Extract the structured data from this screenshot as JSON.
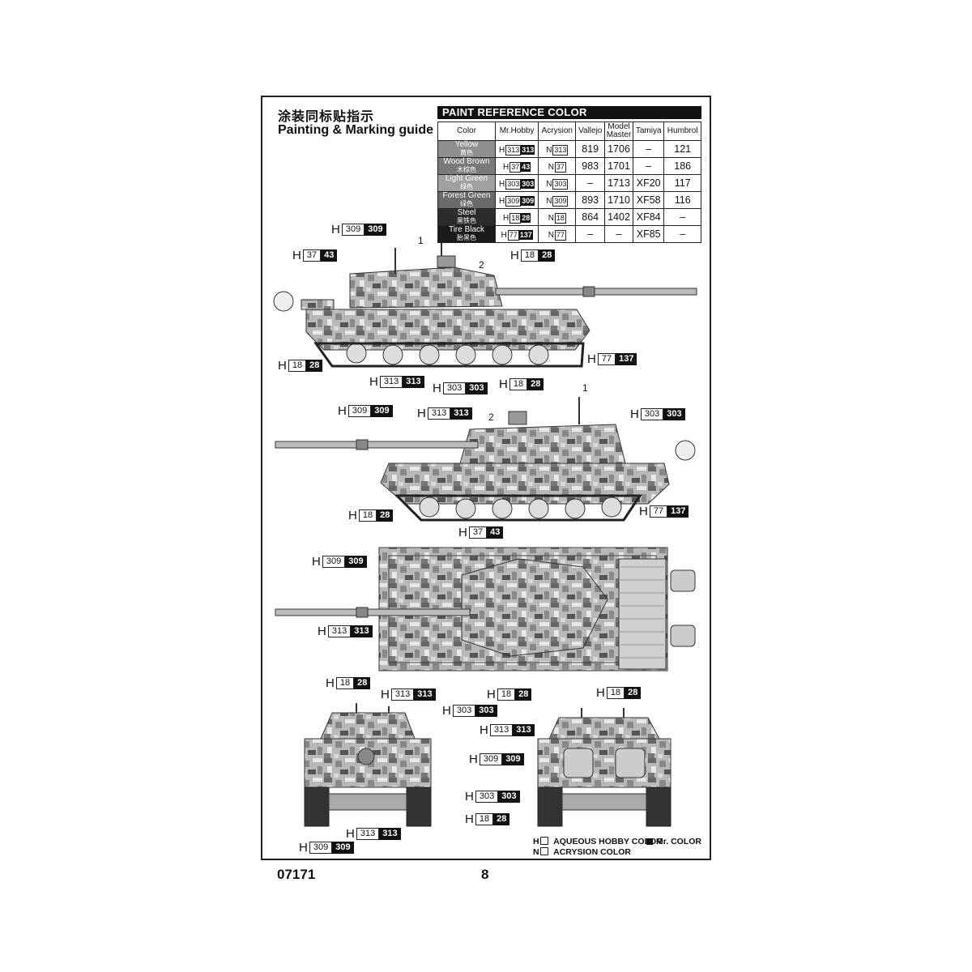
{
  "title_cn": "涂装同标贴指示",
  "title_en": "Painting & Marking guide",
  "table_title": "PAINT  REFERENCE COLOR",
  "headers": {
    "color": "Color",
    "mrhobby": "Mr.Hobby",
    "acrysion": "Acrysion",
    "vallejo": "Vallejo",
    "model_master": "Model Master",
    "tamiya": "Tamiya",
    "humbrol": "Humbrol"
  },
  "paints": [
    {
      "en": "Yellow",
      "cn": "黄色",
      "h_w": "313",
      "h_k": "313",
      "n": "313",
      "vallejo": "819",
      "mm": "1706",
      "tamiya": "–",
      "humbrol": "121",
      "swatch": "#8f8f8f"
    },
    {
      "en": "Wood Brown",
      "cn": "木棕色",
      "h_w": "37",
      "h_k": "43",
      "n": "37",
      "vallejo": "983",
      "mm": "1701",
      "tamiya": "–",
      "humbrol": "186",
      "swatch": "#7a7a7a"
    },
    {
      "en": "Light Green",
      "cn": "绿色",
      "h_w": "303",
      "h_k": "303",
      "n": "303",
      "vallejo": "–",
      "mm": "1713",
      "tamiya": "XF20",
      "humbrol": "117",
      "swatch": "#a0a0a0"
    },
    {
      "en": "Forest Green",
      "cn": "绿色",
      "h_w": "309",
      "h_k": "309",
      "n": "309",
      "vallejo": "893",
      "mm": "1710",
      "tamiya": "XF58",
      "humbrol": "116",
      "swatch": "#6a6a6a"
    },
    {
      "en": "Steel",
      "cn": "黑铁色",
      "h_w": "18",
      "h_k": "28",
      "n": "18",
      "vallejo": "864",
      "mm": "1402",
      "tamiya": "XF84",
      "humbrol": "–",
      "swatch": "#2c2c2c"
    },
    {
      "en": "Tire Black",
      "cn": "胎黑色",
      "h_w": "77",
      "h_k": "137",
      "n": "77",
      "vallejo": "–",
      "mm": "–",
      "tamiya": "XF85",
      "humbrol": "–",
      "swatch": "#1a1a1a"
    }
  ],
  "h_letter": "H",
  "n_letter": "N",
  "marker_1": "1",
  "marker_2": "2",
  "legend": {
    "h": "AQUEOUS HOBBY COLOR",
    "mr": "Mr. COLOR",
    "n": "ACRYSION COLOR"
  },
  "footer": {
    "code": "07171",
    "page": "8"
  }
}
